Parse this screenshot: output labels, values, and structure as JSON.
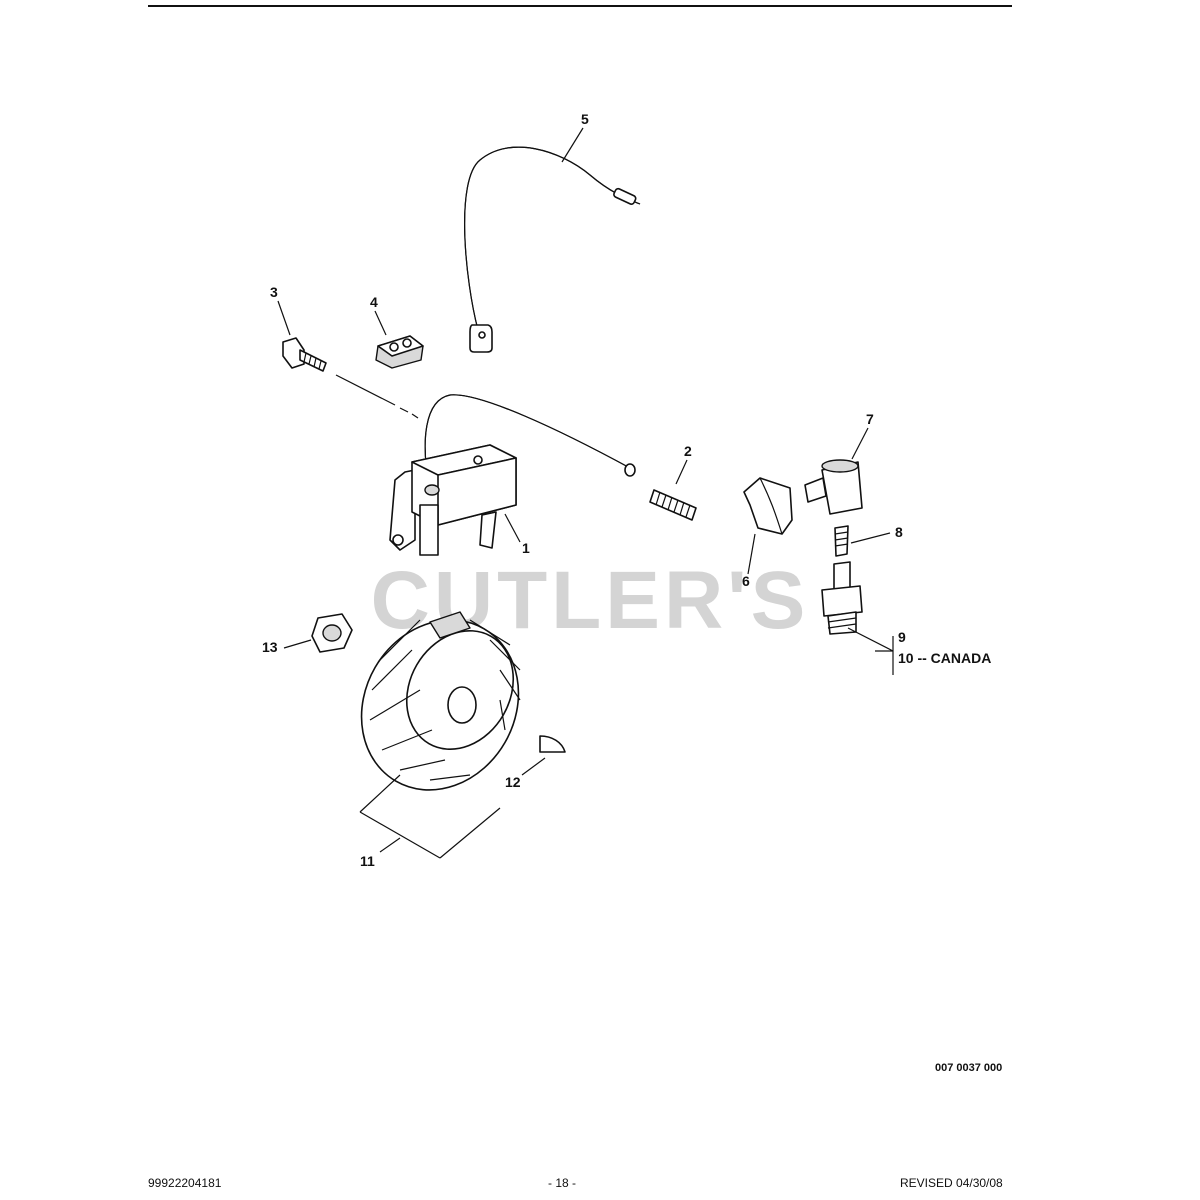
{
  "watermark": "CUTLER'S",
  "callouts": {
    "c1": "1",
    "c2": "2",
    "c3": "3",
    "c4": "4",
    "c5": "5",
    "c6": "6",
    "c7": "7",
    "c8": "8",
    "c9": "9",
    "c10": "10 -- CANADA",
    "c11": "11",
    "c12": "12",
    "c13": "13"
  },
  "drawing_number": "007 0037 000",
  "footer": {
    "left": "99922204181",
    "center": "- 18 -",
    "right": "REVISED 04/30/08"
  },
  "colors": {
    "line": "#111111",
    "watermark": "#d4d4d4"
  }
}
